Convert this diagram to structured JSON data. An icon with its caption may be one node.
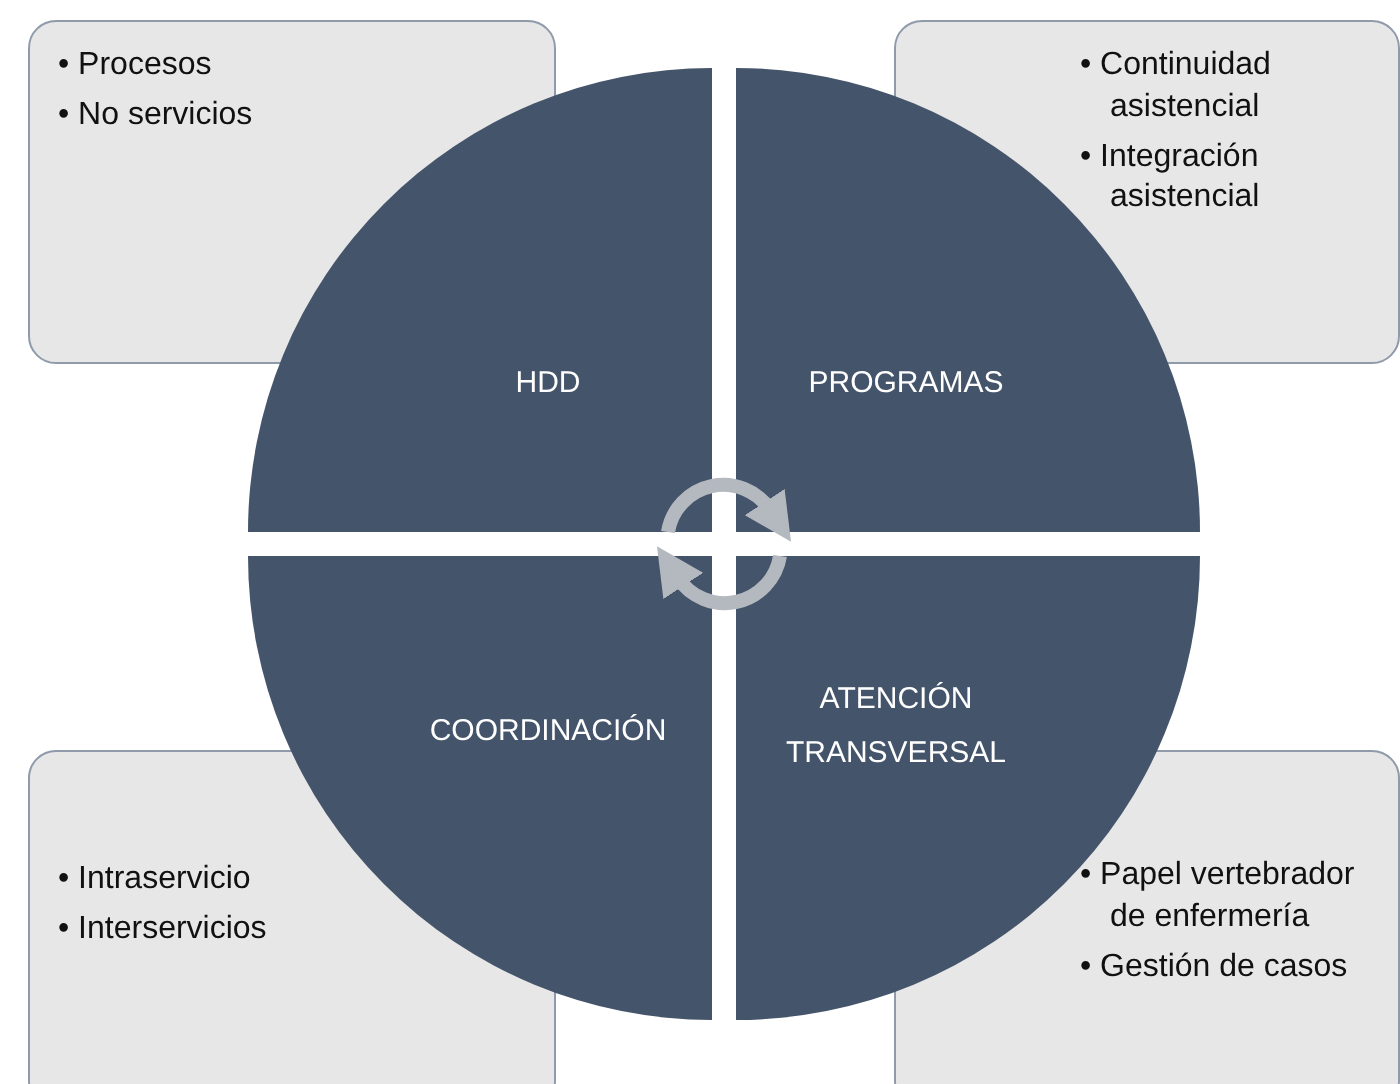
{
  "diagram": {
    "nodes": [
      {
        "text": [
          "• Procesos",
          "• No servicios"
        ]
      },
      {
        "text": [
          "• Continuidad asistencial",
          "• Integración asistencial"
        ]
      },
      {
        "text": [
          "HDD"
        ]
      },
      {
        "text": [
          "PROGRAMAS"
        ]
      },
      {
        "text": [
          "COORDINACIÓN"
        ]
      },
      {
        "text": [
          "ATENCIÓN TRANSVERSAL"
        ]
      },
      {
        "text": [
          "• Intraservicio",
          "• Interservicios"
        ]
      },
      {
        "text": [
          "• Papel vertebrador de enfermería",
          "• Gestión de casos"
        ]
      }
    ],
    "edges": [
      {
        "from": 2,
        "to": 3,
        "arrow": "to"
      },
      {
        "from": 5,
        "to": 4,
        "arrow": "to"
      }
    ]
  }
}
